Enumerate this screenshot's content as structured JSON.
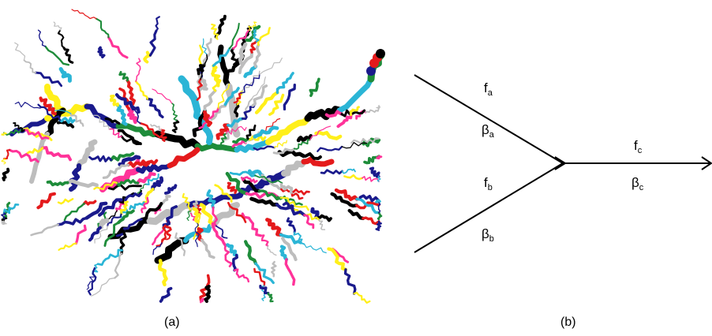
{
  "panel_a": {
    "caption": "(a)",
    "colors": [
      "#000000",
      "#e41a1c",
      "#1e8c3a",
      "#ff3399",
      "#2bb5d6",
      "#ffef1a",
      "#bdbdbd",
      "#1a1a8c"
    ]
  },
  "panel_b": {
    "caption": "(b)",
    "labels": {
      "fa": {
        "main": "f",
        "sub": "a"
      },
      "beta_a": {
        "main": "β",
        "sub": "a"
      },
      "fb": {
        "main": "f",
        "sub": "b"
      },
      "beta_b": {
        "main": "β",
        "sub": "b"
      },
      "fc": {
        "main": "f",
        "sub": "c"
      },
      "beta_c": {
        "main": "β",
        "sub": "c"
      }
    },
    "line_color": "#000000"
  }
}
